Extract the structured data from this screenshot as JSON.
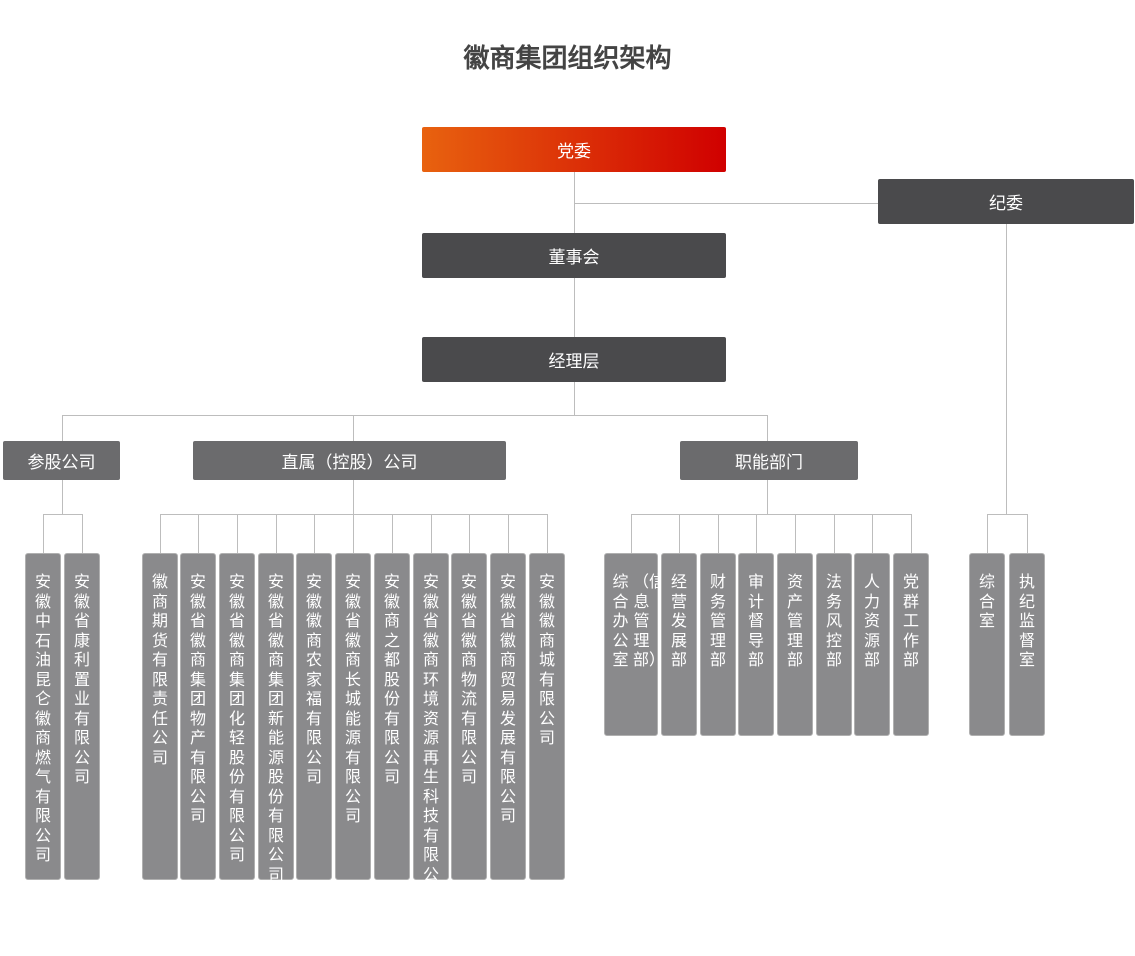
{
  "title": "徽商集团组织架构",
  "party_committee": "党委",
  "discipline_committee": "纪委",
  "board": "董事会",
  "management": "经理层",
  "groups": {
    "affiliated": "参股公司",
    "subsidiaries": "直属（控股）公司",
    "departments": "职能部门"
  },
  "affiliated_companies": [
    "安徽中石油昆仑徽商燃气有限公司",
    "安徽省康利置业有限公司"
  ],
  "subsidiary_companies": [
    "徽商期货有限责任公司",
    "安徽省徽商集团物产有限公司",
    "安徽省徽商集团化轻股份有限公司",
    "安徽省徽商集团新能源股份有限公司",
    "安徽徽商农家福有限公司",
    "安徽省徽商长城能源有限公司",
    "安徽商之都股份有限公司",
    "安徽省徽商环境资源再生科技有限公司",
    "安徽省徽商物流有限公司",
    "安徽省徽商贸易发展有限公司",
    "安徽徽商城有限公司"
  ],
  "departments": [
    {
      "label": "综合办公室",
      "sub": "（信息管理部）"
    },
    {
      "label": "经营发展部"
    },
    {
      "label": "财务管理部"
    },
    {
      "label": "审计督导部"
    },
    {
      "label": "资产管理部"
    },
    {
      "label": "法务风控部"
    },
    {
      "label": "人力资源部"
    },
    {
      "label": "党群工作部"
    }
  ],
  "discipline_offices": [
    "综合室",
    "执纪监督室"
  ],
  "colors": {
    "accent_start": "#e8620f",
    "accent_end": "#d00000",
    "dark_box": "#4a4a4c",
    "group_box": "#6b6b6d",
    "leaf_box": "#8a8a8c"
  }
}
